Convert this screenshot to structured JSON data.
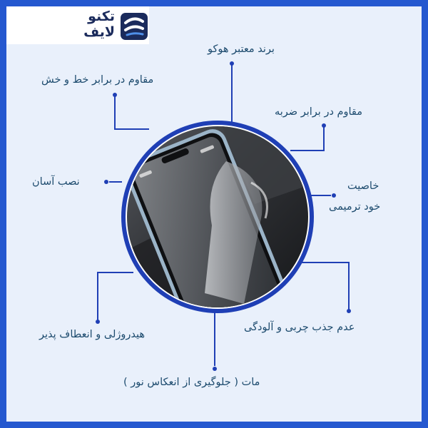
{
  "brand": {
    "name_line1": "تکنو",
    "name_line2": "لایف",
    "logo_icon": "technolife-logo-icon"
  },
  "features": [
    "برند معتبر هوکو",
    "مقاوم در برابر خط و خش",
    "مقاوم در برابر ضربه",
    "نصب آسان",
    "خاصیت",
    "خود ترمیمی",
    "هیدروژلی و انعطاف پذیر",
    "عدم جذب چربی و آلودگی",
    "مات ( جلوگیری از انعکاس نور )"
  ],
  "colors": {
    "border": "#2558cf",
    "background": "#e9f0fb",
    "label_text": "#1d4b6e",
    "connector": "#1f3fb5",
    "circle_ring": "#1f3fb5"
  }
}
